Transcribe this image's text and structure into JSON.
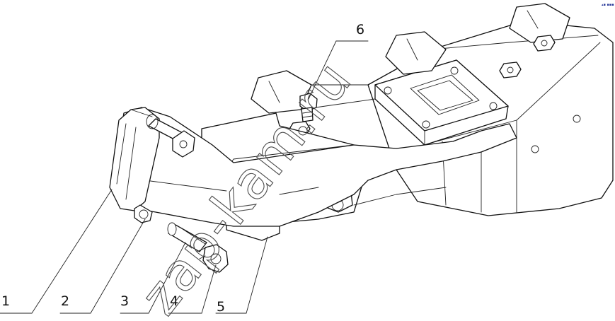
{
  "diagram": {
    "callouts": [
      {
        "id": "1",
        "label": "1"
      },
      {
        "id": "2",
        "label": "2"
      },
      {
        "id": "3",
        "label": "3"
      },
      {
        "id": "4",
        "label": "4"
      },
      {
        "id": "5",
        "label": "5"
      },
      {
        "id": "6",
        "label": "6"
      }
    ],
    "watermark": "zap-kam.ru",
    "corner_mark": "▴▪ ▪▪▪"
  }
}
